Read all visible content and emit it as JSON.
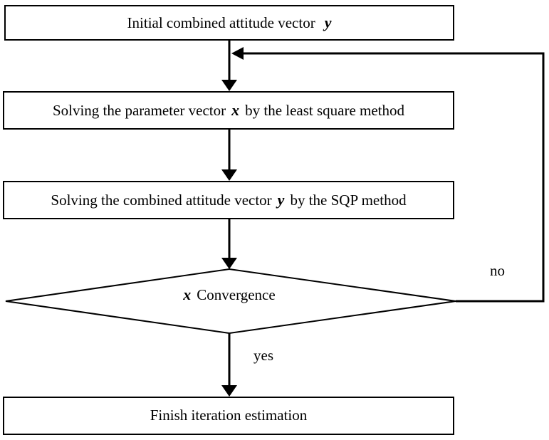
{
  "diagram": {
    "type": "flowchart",
    "background_color": "#ffffff",
    "stroke_color": "#000000",
    "text_color": "#000000",
    "nodes": {
      "initial": {
        "shape": "rectangle",
        "prefix": "Initial combined attitude vector",
        "var": "y",
        "suffix": ""
      },
      "least_square": {
        "shape": "rectangle",
        "prefix": "Solving the parameter vector",
        "var": "x",
        "suffix": "by the least square method"
      },
      "sqp": {
        "shape": "rectangle",
        "prefix": "Solving the combined attitude vector",
        "var": "y",
        "suffix": "by the SQP method"
      },
      "decision": {
        "shape": "diamond",
        "prefix": "",
        "var": "x",
        "suffix": "Convergence"
      },
      "finish": {
        "shape": "rectangle",
        "prefix": "Finish iteration estimation",
        "var": "",
        "suffix": ""
      }
    },
    "edge_labels": {
      "no": "no",
      "yes": "yes"
    }
  }
}
